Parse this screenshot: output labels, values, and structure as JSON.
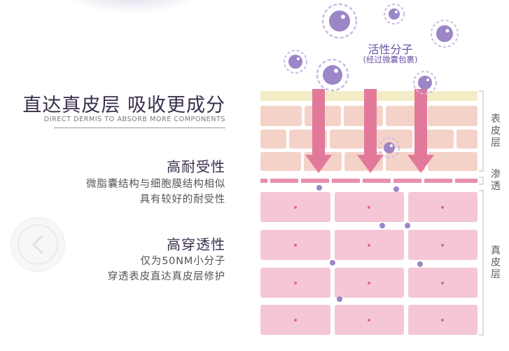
{
  "heading": {
    "title": "直达真皮层 吸收更成分",
    "subtitle": "DIRECT DERMIS TO ABSORB MORE COMPONENTS"
  },
  "features": [
    {
      "title": "高耐受性",
      "lines": [
        "微脂囊结构与细胞膜结构相似",
        "具有较好的耐受性"
      ]
    },
    {
      "title": "高穿透性",
      "lines": [
        "仅为50NM小分子",
        "穿透表皮直达真皮层修护"
      ]
    }
  ],
  "molecule": {
    "label": "活性分子",
    "sublabel": "(经过微囊包裹)"
  },
  "layers": {
    "epidermis": "表\n皮\n层",
    "penetrate": "渗\n透",
    "dermis": "真\n皮\n层"
  },
  "icons": {
    "nav": "chevron-left-icon"
  },
  "colors": {
    "title": "#3a2f4b",
    "molecule": "#9b86c7",
    "arrow": "#e2799b",
    "epidermis_cell": "#f5d2c8",
    "dermis_cell": "#f5c7d6",
    "top_strip": "#f4ecc6"
  }
}
